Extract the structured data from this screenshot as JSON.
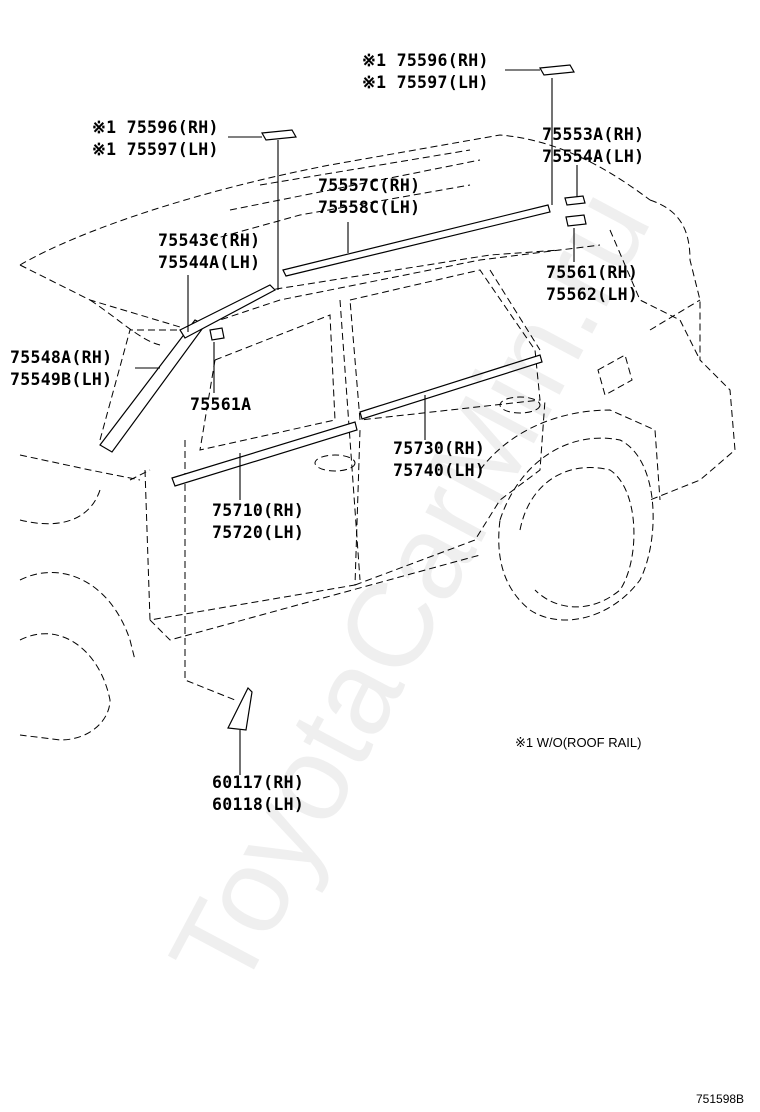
{
  "labels": {
    "l75596_top": "※1 75596(RH)",
    "l75597_top": "※1 75597(LH)",
    "l75596_left": "※1 75596(RH)",
    "l75597_left": "※1 75597(LH)",
    "l75553a": "75553A(RH)",
    "l75554a": "75554A(LH)",
    "l75557c": "75557C(RH)",
    "l75558c": "75558C(LH)",
    "l75543c": "75543C(RH)",
    "l75544a": "75544A(LH)",
    "l75561": "75561(RH)",
    "l75562": "75562(LH)",
    "l75548a": "75548A(RH)",
    "l75549b": "75549B(LH)",
    "l75561a": "75561A",
    "l75730": "75730(RH)",
    "l75740": "75740(LH)",
    "l75710": "75710(RH)",
    "l75720": "75720(LH)",
    "l60117": "60117(RH)",
    "l60118": "60118(LH)"
  },
  "note": "※1 W/O(ROOF RAIL)",
  "diagram_code": "751598B",
  "watermark": "ToyotaCarMin.ru"
}
